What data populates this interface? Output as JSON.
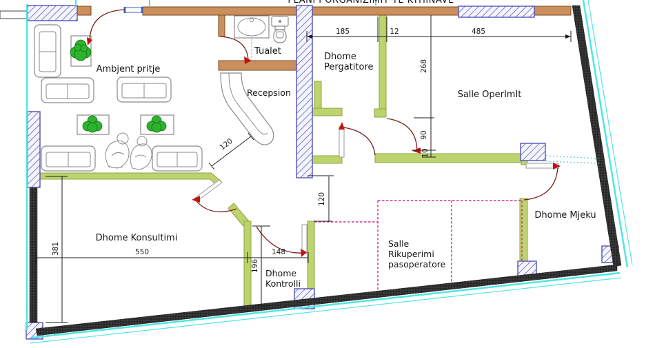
{
  "title": "PLANI I ORGANIZIMIT TE KTHINAVE",
  "rooms": {
    "waiting": {
      "label": "Ambjent pritje"
    },
    "toilet": {
      "label": "Tualet"
    },
    "reception": {
      "label": "Recepsion"
    },
    "preparation": {
      "line1": "Dhome",
      "line2": "Pergatitore"
    },
    "operating": {
      "label": "Salle OperImIt"
    },
    "doctor": {
      "label": "Dhome Mjeku"
    },
    "consultation": {
      "label": "Dhome Konsultimi"
    },
    "control": {
      "line1": "Dhome",
      "line2": "Kontrolli"
    },
    "recovery": {
      "line1": "Salle",
      "line2": "Rikuperimi",
      "line3": "pasoperatore"
    }
  },
  "dims": {
    "d185": "185",
    "d12": "12",
    "d485": "485",
    "d268": "268",
    "d90": "90",
    "d10": "10",
    "d120_corridor": "120",
    "d120_reception": "120",
    "d381": "381",
    "d550": "550",
    "d148": "148",
    "d196": "196"
  },
  "colors": {
    "wall-brown": "#cb8f5c",
    "wall-green": "#bdd46e",
    "hatch-blue": "#5d5dc0",
    "outline-cyan": "#4ee6e6",
    "door-arc": "#7a1f1f",
    "door-arrow": "#c41111",
    "dashed-magenta": "#cc3399",
    "plant-green": "#2db32d"
  }
}
